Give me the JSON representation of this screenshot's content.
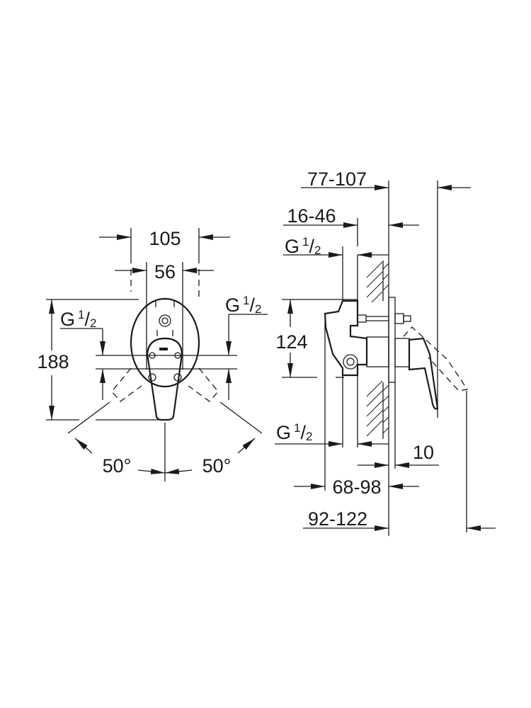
{
  "front_view": {
    "width_outer": "105",
    "width_inner": "56",
    "height": "188",
    "thread_left": {
      "letter": "G",
      "num": "1",
      "slash": "/",
      "den": "2"
    },
    "thread_right": {
      "letter": "G",
      "num": "1",
      "slash": "/",
      "den": "2"
    },
    "angle_left": "50°",
    "angle_right": "50°"
  },
  "side_view": {
    "depth_total_top": "77-107",
    "depth_wall": "16-46",
    "thread_top": {
      "letter": "G",
      "num": "1",
      "slash": "/",
      "den": "2"
    },
    "height_body": "124",
    "thread_bottom": {
      "letter": "G",
      "num": "1",
      "slash": "/",
      "den": "2"
    },
    "plate_offset": "10",
    "depth_body": "68-98",
    "depth_total_bottom": "92-122"
  }
}
